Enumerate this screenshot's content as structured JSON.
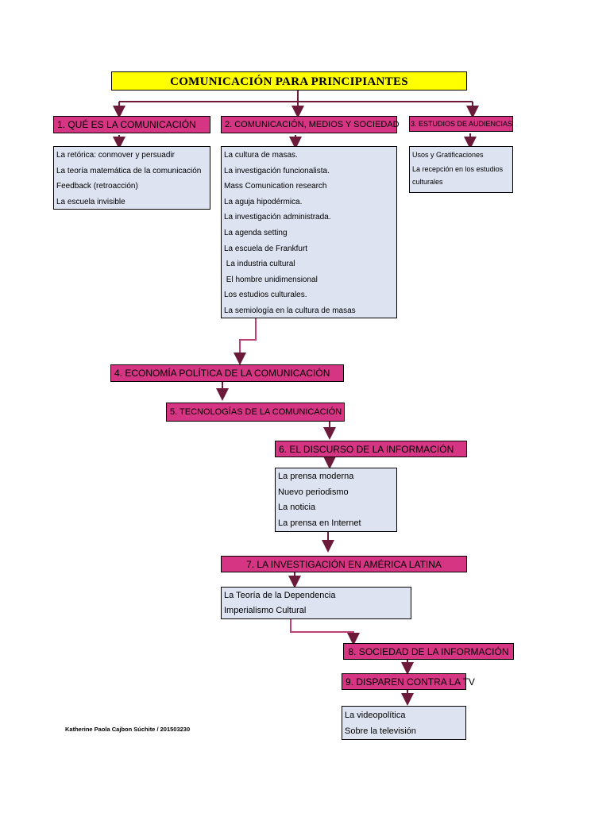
{
  "title": "COMUNICACIÓN PARA PRINCIPIANTES",
  "sections": {
    "s1": "1. QUÉ ES LA COMUNICACIÓN",
    "s2": "2. COMUNICACIÓN, MEDIOS Y SOCIEDAD",
    "s3": "3. ESTUDIOS DE AUDIENCIAS",
    "s4": "4. ECONOMÍA POLÍTICA DE LA COMUNICACIÓN",
    "s5": "5. TECNOLOGÍAS DE LA COMUNICACIÓN",
    "s6": "6.  EL DISCURSO DE LA INFORMACIÓN",
    "s7": "7. LA INVESTIGACIÓN EN AMÉRICA LATINA",
    "s8": "8. SOCIEDAD DE LA INFORMACIÓN",
    "s9": "9. DISPAREN CONTRA LA TV"
  },
  "lists": {
    "l1": [
      "La retórica: conmover y persuadir",
      "La teoría matemática de la comunicación",
      "Feedback (retroacción)",
      "La escuela invisible"
    ],
    "l2": [
      "La cultura de masas.",
      "La investigación funcionalista.",
      "Mass Comunication research",
      "La aguja hipodérmica.",
      "La investigación administrada.",
      "La agenda setting",
      "La escuela de Frankfurt",
      " La industria cultural",
      " El hombre unidimensional",
      "Los estudios culturales.",
      "La semiología en la cultura de masas"
    ],
    "l3": [
      "Usos y Gratificaciones",
      "La recepción en los estudios",
      "culturales"
    ],
    "l6": [
      "La prensa moderna",
      "Nuevo periodismo",
      "La noticia",
      "La prensa en Internet"
    ],
    "l7": [
      "La Teoría de la Dependencia",
      "Imperialismo Cultural"
    ],
    "l9": [
      "La videopolítica",
      "Sobre la televisión"
    ]
  },
  "footer": "Katherine Paola Cajbon Súchite  / 201503230",
  "colors": {
    "title_bg": "#ffff00",
    "section_bg": "#d63583",
    "list_bg": "#dde3f1",
    "connector": "#6b1a3a"
  }
}
